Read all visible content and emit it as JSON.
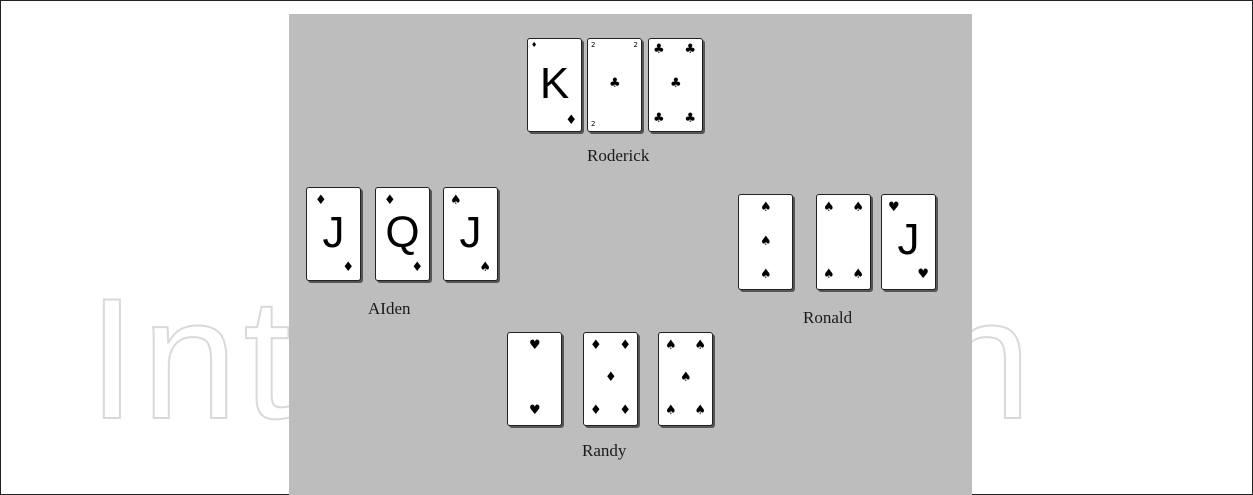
{
  "watermark": "IntechOpen",
  "players": {
    "roderick": "Roderick",
    "alden": "AIden",
    "ronald": "Ronald",
    "randy": "Randy"
  },
  "hands": {
    "roderick": [
      {
        "rank": "K",
        "suit": "♦"
      },
      {
        "rank": "2",
        "suit": "♣"
      },
      {
        "rank": "5",
        "suit": "♣"
      }
    ],
    "alden": [
      {
        "rank": "J",
        "suit": "♦"
      },
      {
        "rank": "Q",
        "suit": "♦"
      },
      {
        "rank": "J",
        "suit": "♠"
      }
    ],
    "ronald": [
      {
        "rank": "3",
        "suit": "♠"
      },
      {
        "rank": "4",
        "suit": "♠"
      },
      {
        "rank": "J",
        "suit": "♥"
      }
    ],
    "randy": [
      {
        "rank": "2",
        "suit": "♥"
      },
      {
        "rank": "5",
        "suit": "♦"
      },
      {
        "rank": "5",
        "suit": "♠"
      }
    ]
  }
}
